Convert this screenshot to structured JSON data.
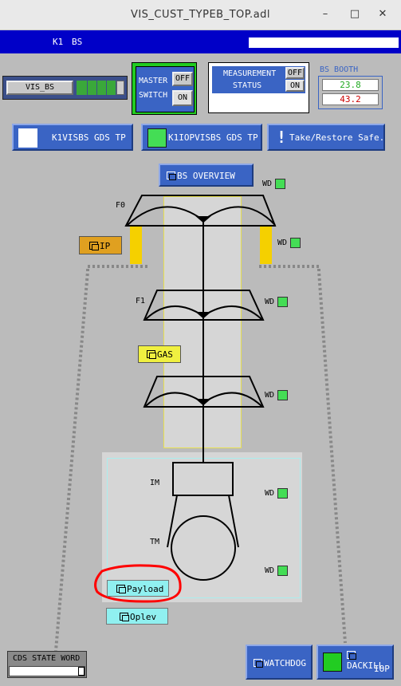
{
  "window": {
    "title": "VIS_CUST_TYPEB_TOP.adl",
    "minimize": "–",
    "maximize": "□",
    "close": "✕"
  },
  "header": {
    "k1": "K1",
    "bs": "BS"
  },
  "vis_bs": {
    "label": "VIS_BS"
  },
  "master_switch": {
    "line1": "MASTER",
    "line2": "SWITCH",
    "off": "OFF",
    "on": "ON"
  },
  "measurement": {
    "line1": "MEASUREMENT",
    "line2": "STATUS",
    "off": "OFF",
    "on": "ON"
  },
  "booth": {
    "label": "BS BOOTH",
    "value1": "23.8",
    "value2": "43.2"
  },
  "buttons": {
    "visbs_gds": "K1VISBS GDS TP",
    "iopvisbs_gds": "K1IOPVISBS GDS TP",
    "take_restore": "Take/Restore Safe.snap",
    "bs_overview": "BS OVERVIEW",
    "ip": "IP",
    "gas": "GAS",
    "payload": "Payload",
    "oplev": "Oplev",
    "watchdog": "WATCHDOG",
    "dackill_1": "DACKILL",
    "dackill_2": "IOP"
  },
  "stages": {
    "f0": "F0",
    "f1": "F1",
    "im": "IM",
    "tm": "TM"
  },
  "watchdog_label": "WD",
  "cds": {
    "label": "CDS STATE WORD"
  },
  "colors": {
    "green": "#44dd55",
    "blue_button": "#3a64c4",
    "ip_button": "#e0a020",
    "gas_button": "#f0f040",
    "cyan_button": "#90f0f0",
    "highlight_red": "#ff0000",
    "title_bar_blue": "#0000c8"
  }
}
